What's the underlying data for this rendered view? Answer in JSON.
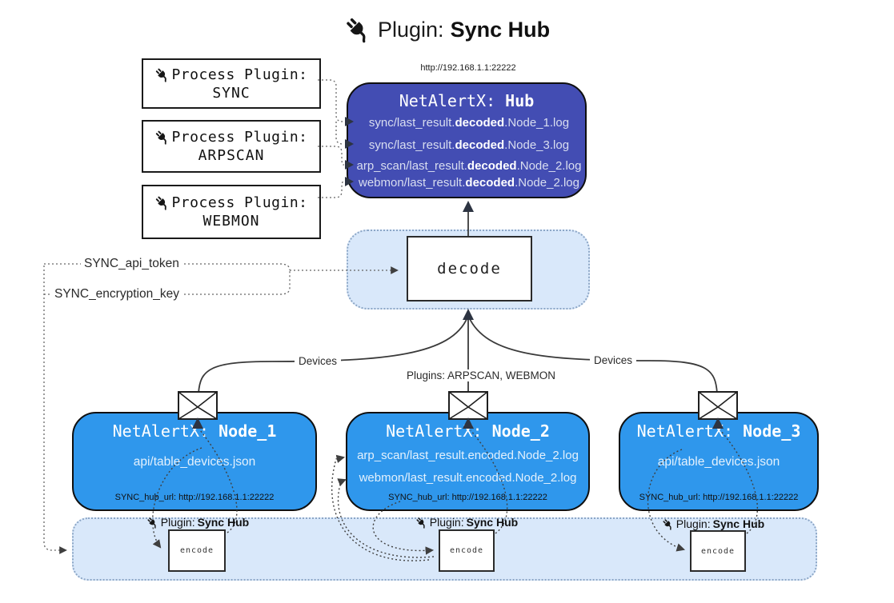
{
  "title": {
    "prefix": "Plugin:",
    "name": "Sync Hub",
    "icon": "plug-icon"
  },
  "process_plugins": [
    {
      "label": "Process Plugin:",
      "name": "SYNC"
    },
    {
      "label": "Process Plugin:",
      "name": "ARPSCAN"
    },
    {
      "label": "Process Plugin:",
      "name": "WEBMON"
    }
  ],
  "hub": {
    "url": "http://192.168.1.1:22222",
    "title_prefix": "NetAlertX:",
    "title_name": "Hub",
    "log_lines": [
      {
        "pre": "sync/last_result.",
        "bold": "decoded",
        "post": ".Node_1.log"
      },
      {
        "pre": "sync/last_result.",
        "bold": "decoded",
        "post": ".Node_3.log"
      },
      {
        "pre": "arp_scan/last_result.",
        "bold": "decoded",
        "post": ".Node_2.log"
      },
      {
        "pre": "webmon/last_result.",
        "bold": "decoded",
        "post": ".Node_2.log"
      }
    ]
  },
  "decode_label": "decode",
  "tokens": {
    "api_token": "SYNC_api_token",
    "encryption_key": "SYNC_encryption_key"
  },
  "edge_labels": {
    "devices_left": "Devices",
    "devices_right": "Devices",
    "plugins": "Plugins: ARPSCAN, WEBMON"
  },
  "nodes": [
    {
      "title_prefix": "NetAlertX:",
      "title_name": "Node_1",
      "files": [
        "api/table_devices.json"
      ],
      "hub_url": "SYNC_hub_url: http://192.168.1.1:22222"
    },
    {
      "title_prefix": "NetAlertX:",
      "title_name": "Node_2",
      "files": [
        "arp_scan/last_result.encoded.Node_2.log",
        "webmon/last_result.encoded.Node_2.log"
      ],
      "hub_url": "SYNC_hub_url: http://192.168.1.1:22222"
    },
    {
      "title_prefix": "NetAlertX:",
      "title_name": "Node_3",
      "files": [
        "api/table_devices.json"
      ],
      "hub_url": "SYNC_hub_url: http://192.168.1.1:22222"
    }
  ],
  "encode_groups": [
    {
      "label_prefix": "Plugin:",
      "label_name": "Sync Hub",
      "box_label": "encode",
      "icon": "plug-icon"
    },
    {
      "label_prefix": "Plugin:",
      "label_name": "Sync Hub",
      "box_label": "encode",
      "icon": "plug-icon"
    },
    {
      "label_prefix": "Plugin:",
      "label_name": "Sync Hub",
      "box_label": "encode",
      "icon": "plug-icon"
    }
  ],
  "icons": {
    "plug": "plug-icon",
    "envelope": "envelope-icon"
  },
  "colors": {
    "hub_fill": "#434DB3",
    "node_fill": "#2F97EC",
    "panel_fill": "#D9E8FA",
    "panel_border": "#8CA6C6",
    "line": "#3a3a3a",
    "dotted": "#666666",
    "arrow_dark": "#2d3442"
  }
}
